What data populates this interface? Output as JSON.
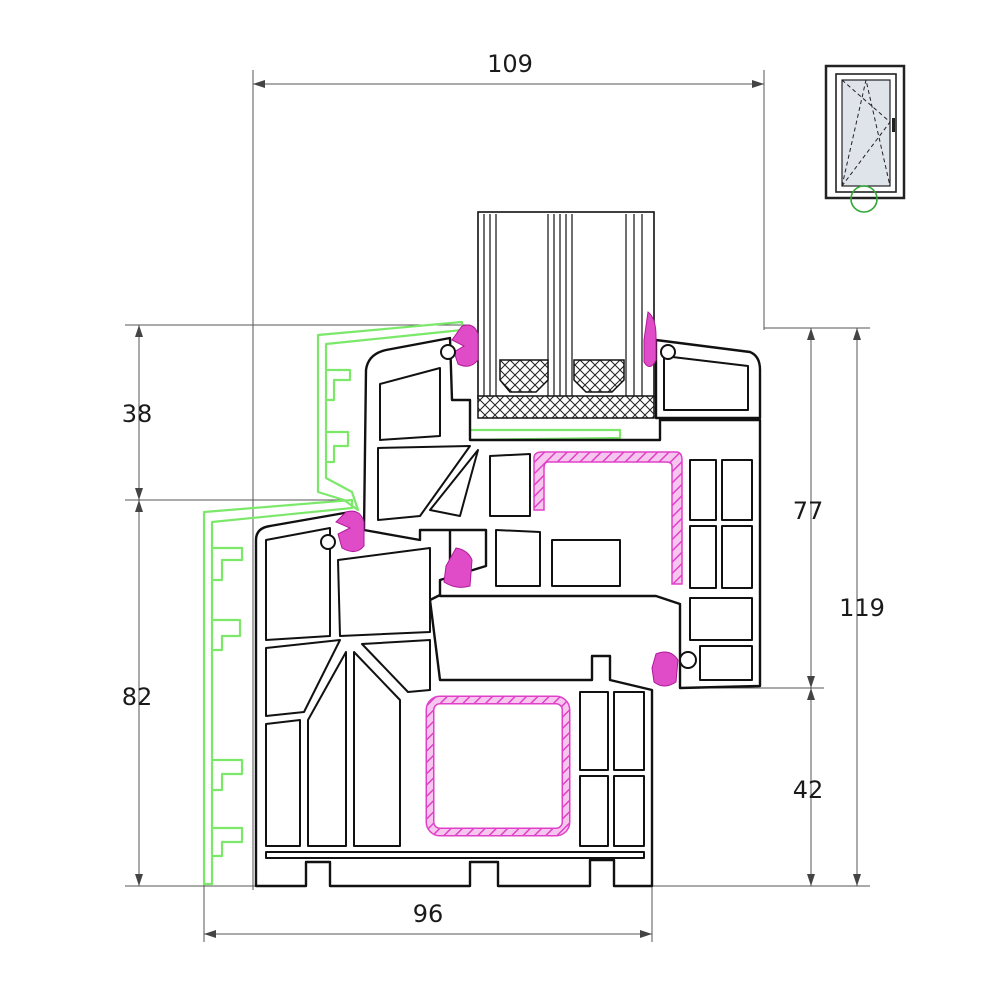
{
  "dimensions": {
    "top_width": "109",
    "bottom_width": "96",
    "left_upper_height": "38",
    "left_lower_height": "82",
    "right_upper_height": "77",
    "right_lower_height": "42",
    "right_total_height": "119"
  },
  "colors": {
    "gasket": "#e04cc8",
    "cover_profile": "#7be86a",
    "reinforcement": "#e040c8",
    "highlight_circle": "#2fa836",
    "line": "#111111"
  },
  "icons": {
    "thumbnail": "tilt-turn-window-icon",
    "marker": "section-location-circle-icon"
  }
}
